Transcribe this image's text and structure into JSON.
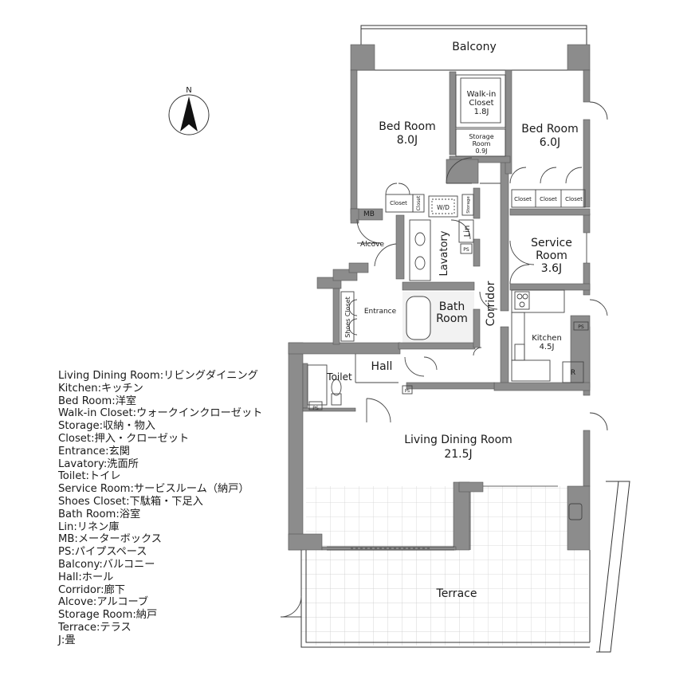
{
  "rooms": {
    "balcony": "Balcony",
    "bed_room_1": {
      "name": "Bed Room",
      "size": "8.0J"
    },
    "bed_room_2": {
      "name": "Bed Room",
      "size": "6.0J"
    },
    "walk_in_closet": {
      "name1": "Walk-in",
      "name2": "Closet",
      "size": "1.8J"
    },
    "storage_room": {
      "name1": "Storage",
      "name2": "Room",
      "size": "0.9J"
    },
    "closet": "Closet",
    "storage": "Storage",
    "mb": "MB",
    "wd": "W/D",
    "lin": "Lin",
    "ps": "PS",
    "alcove": "Alcove",
    "lavatory": "Lavatory",
    "service_room": {
      "name1": "Service",
      "name2": "Room",
      "size": "3.6J"
    },
    "shoes_closet": "Shoes Closet",
    "entrance": "Entrance",
    "bath_room": {
      "name1": "Bath",
      "name2": "Room"
    },
    "corridor": "Corridor",
    "kitchen": {
      "name": "Kitchen",
      "size": "4.5J"
    },
    "fridge": "R",
    "toilet": "Toilet",
    "hall": "Hall",
    "living_dining": {
      "name": "Living Dining Room",
      "size": "21.5J"
    },
    "terrace": "Terrace"
  },
  "compass": {
    "north": "N"
  },
  "legend": [
    "Living Dining Room:リビングダイニング",
    "Kitchen:キッチン",
    "Bed Room:洋室",
    "Walk-in Closet:ウォークインクローゼット",
    "Storage:収納・物入",
    "Closet:押入・クローゼット",
    "Entrance:玄関",
    "Lavatory:洗面所",
    "Toilet:トイレ",
    "Service Room:サービスルーム（納戸）",
    "Shoes Closet:下駄箱・下足入",
    "Bath Room:浴室",
    "Lin:リネン庫",
    "MB:メーターボックス",
    "PS:パイプスペース",
    "Balcony:バルコニー",
    "Hall:ホール",
    "Corridor:廊下",
    "Alcove:アルコーブ",
    "Storage Room:納戸",
    "Terrace:テラス",
    "J:畳"
  ],
  "colors": {
    "wall": "#8c8c8c",
    "line": "#3a3a3a",
    "grid": "#d4d4d4",
    "gray_fill": "#bdbdbd",
    "bath": "#e8e8e8"
  }
}
